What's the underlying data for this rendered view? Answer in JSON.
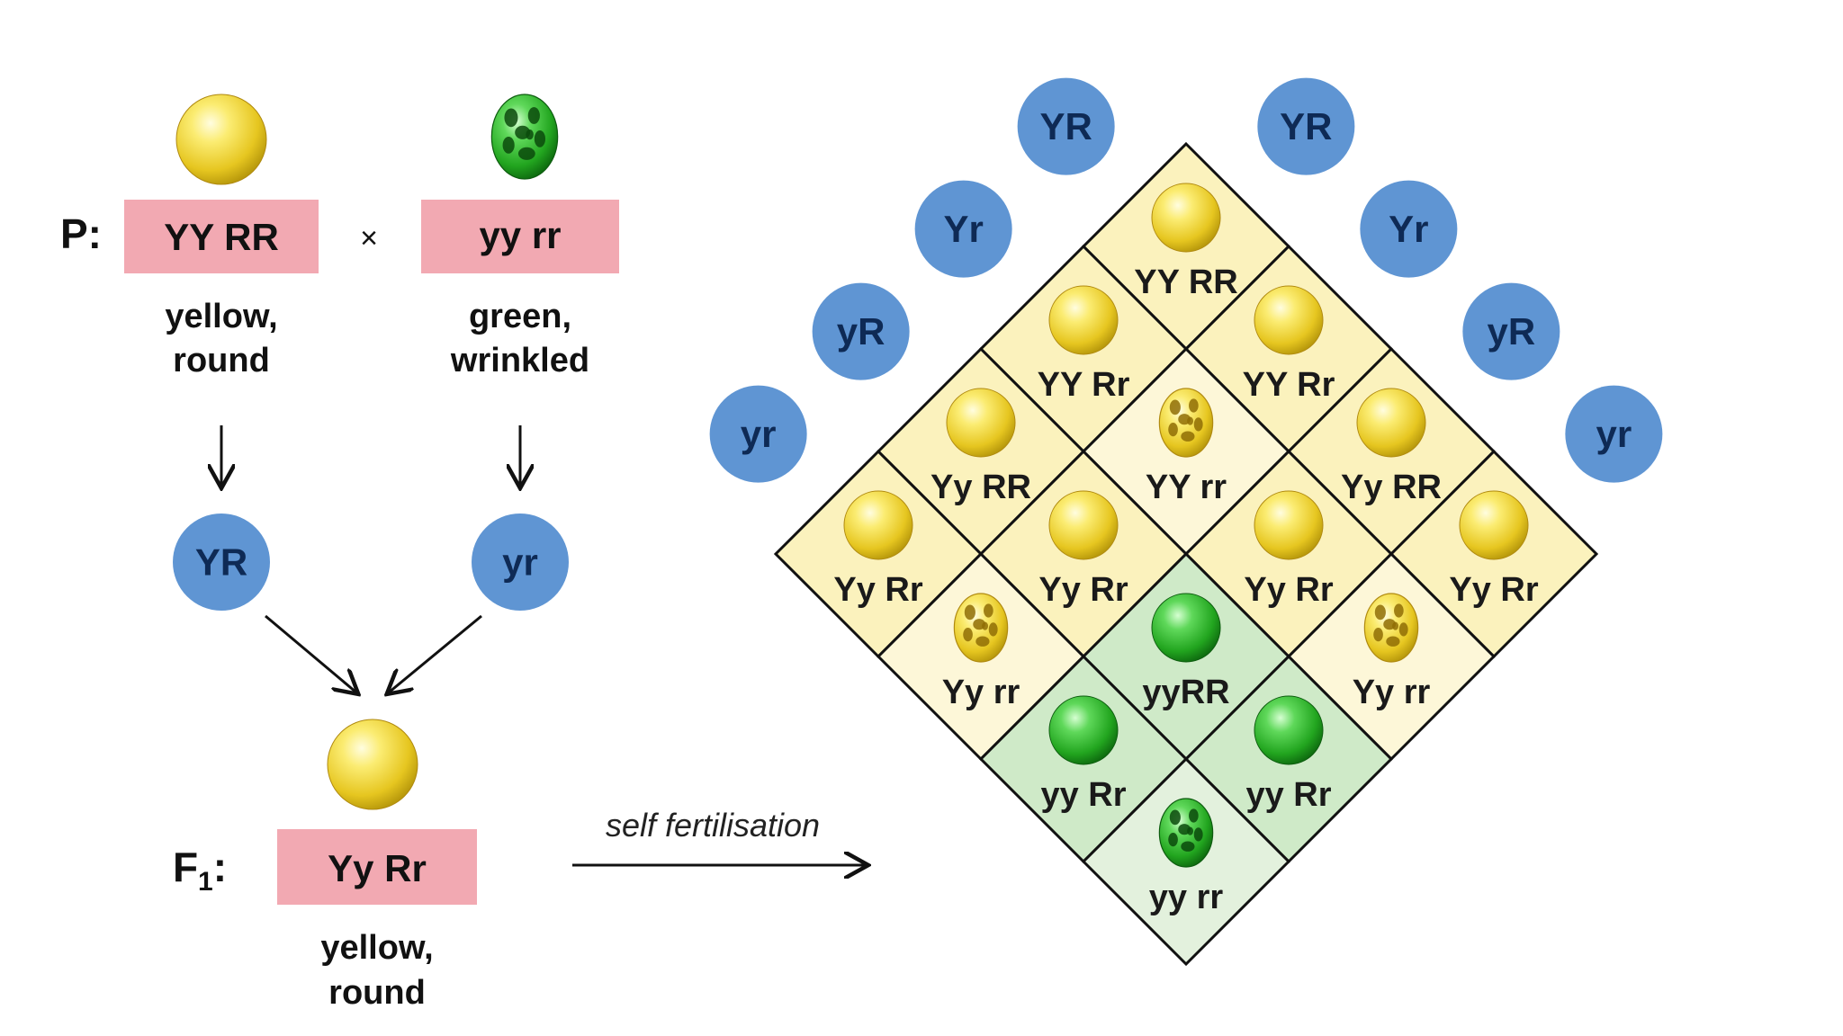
{
  "parents": {
    "p_label": "P:",
    "cross_symbol": "×",
    "left": {
      "genotype": "YY RR",
      "phenotype_line1": "yellow,",
      "phenotype_line2": "round",
      "seed": "yellow-round"
    },
    "right": {
      "genotype": "yy rr",
      "phenotype_line1": "green,",
      "phenotype_line2": "wrinkled",
      "seed": "green-wrinkled"
    }
  },
  "gametes_f0": {
    "left": "YR",
    "right": "yr"
  },
  "f1": {
    "label_main": "F",
    "label_sub": "1",
    "label_colon": ":",
    "genotype": "Yy Rr",
    "phenotype_line1": "yellow,",
    "phenotype_line2": "round",
    "seed": "yellow-round"
  },
  "arrow_label": "self fertilisation",
  "punnett": {
    "gametes_left": [
      "YR",
      "Yr",
      "yR",
      "yr"
    ],
    "gametes_right": [
      "YR",
      "Yr",
      "yR",
      "yr"
    ],
    "cells": [
      [
        "YY RR",
        "YY Rr",
        "Yy RR",
        "Yy Rr"
      ],
      [
        "YY Rr",
        "YY rr",
        "Yy Rr",
        "Yy rr"
      ],
      [
        "Yy RR",
        "Yy Rr",
        "yyRR",
        "yy Rr"
      ],
      [
        "Yy Rr",
        "Yy rr",
        "yy Rr",
        "yy rr"
      ]
    ],
    "seeds": [
      [
        "yellow-round",
        "yellow-round",
        "yellow-round",
        "yellow-round"
      ],
      [
        "yellow-round",
        "yellow-wrinkled",
        "yellow-round",
        "yellow-wrinkled"
      ],
      [
        "yellow-round",
        "yellow-round",
        "green-round",
        "green-round"
      ],
      [
        "yellow-round",
        "yellow-wrinkled",
        "green-round",
        "green-wrinkled"
      ]
    ]
  },
  "colors": {
    "genotype_box": "#f2a9b2",
    "gamete_circle": "#5f95d3",
    "yellow_cell_bg": "#fbf2bd",
    "yellow_wrinkled_cell_bg": "#fdf7d8",
    "green_round_cell_bg": "#cfeac8",
    "green_wrinkled_cell_bg": "#e3f1dd"
  }
}
